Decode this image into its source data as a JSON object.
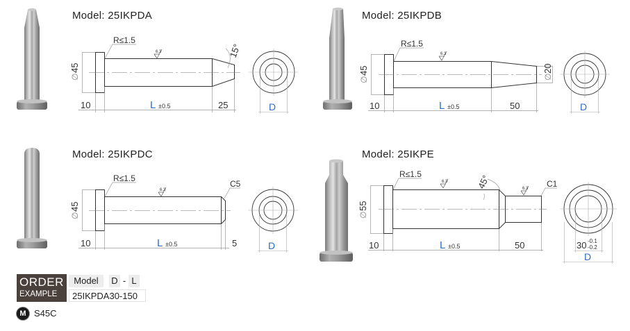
{
  "panels": [
    {
      "model_label": "Model: 25IKPDA",
      "head_diameter": "45",
      "fillet": "R≤1.5",
      "surface_finish": "6.3",
      "tip_feature": "15°",
      "dims": {
        "head_thickness": "10",
        "length": "L",
        "length_tol": "±0.5",
        "tip_length": "25"
      },
      "end_view_label": "D"
    },
    {
      "model_label": "Model: 25IKPDB",
      "head_diameter": "45",
      "fillet": "R≤1.5",
      "surface_finish": "6.3",
      "tip_diameter": "20",
      "dims": {
        "head_thickness": "10",
        "length": "L",
        "length_tol": "±0.5",
        "tip_length": "50"
      },
      "end_view_label": "D"
    },
    {
      "model_label": "Model: 25IKPDC",
      "head_diameter": "45",
      "fillet": "R≤1.5",
      "surface_finish": "6.3",
      "tip_feature": "C5",
      "dims": {
        "head_thickness": "10",
        "length": "L",
        "length_tol": "±0.5",
        "tip_length": "5"
      },
      "end_view_label": "D"
    },
    {
      "model_label": "Model: 25IKPE",
      "head_diameter": "55",
      "fillet": "R≤1.5",
      "surface_finish": "6.3",
      "surface_finish_tip": "6.3",
      "tip_angle": "45°",
      "tip_feature": "C1",
      "dims": {
        "head_thickness": "10",
        "length": "L",
        "length_tol": "±0.5",
        "tip_length": "50"
      },
      "tip_dim": {
        "value": "30",
        "upper_tol": "-0.1",
        "lower_tol": "-0.2"
      },
      "end_view_label": "D"
    }
  ],
  "diameter_symbol": "∅",
  "order_example": {
    "label_line1": "ORDER",
    "label_line2": "EXAMPLE",
    "header": {
      "model": "Model",
      "d": "D",
      "sep": "-",
      "l": "L"
    },
    "value": "25IKPDA30-150"
  },
  "material": {
    "icon": "M",
    "text": "S45C"
  },
  "colors": {
    "line": "#333333",
    "dim_line": "#999999",
    "accent_blue": "#2a6fc7",
    "order_bg": "#4a403c",
    "cell_bg": "#ededed"
  }
}
